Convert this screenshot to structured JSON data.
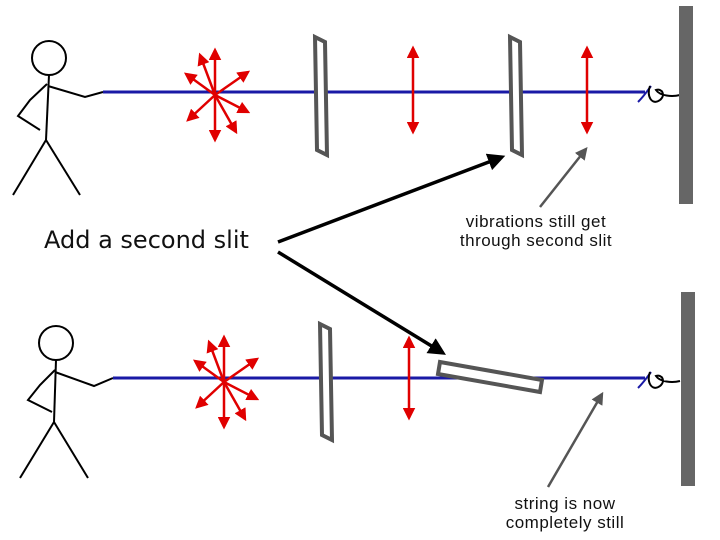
{
  "main_label": "Add a second slit",
  "annotations": {
    "top_line1": "vibrations still get",
    "top_line2": "through second slit",
    "bottom_line1": "string is now",
    "bottom_line2": "completely still"
  },
  "colors": {
    "string": "#1a1aa6",
    "vibration_arrows": "#e00000",
    "slit_outline": "#555555",
    "slit_fill": "#ffffff",
    "wall": "#666666",
    "pointer_arrows": "#000000",
    "note_pointers": "#555555"
  },
  "icons": [
    "stick-figure-icon",
    "knot-icon"
  ]
}
